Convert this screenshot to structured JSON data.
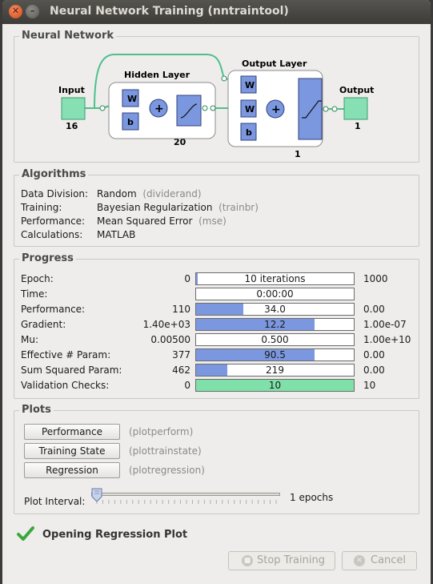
{
  "window": {
    "title": "Neural Network Training (nntraintool)"
  },
  "network": {
    "panel_title": "Neural Network",
    "input_label": "Input",
    "input_count": "16",
    "hidden_title": "Hidden Layer",
    "hidden_count": "20",
    "output_title": "Output Layer",
    "output_count": "1",
    "output_label": "Output",
    "output_size": "1",
    "w_label": "W",
    "b_label": "b",
    "plus": "+"
  },
  "algorithms": {
    "panel_title": "Algorithms",
    "rows": [
      {
        "key": "Data Division:",
        "value": "Random",
        "fn": "(dividerand)"
      },
      {
        "key": "Training:",
        "value": "Bayesian Regularization",
        "fn": "(trainbr)"
      },
      {
        "key": "Performance:",
        "value": "Mean Squared Error",
        "fn": "(mse)"
      },
      {
        "key": "Calculations:",
        "value": "MATLAB",
        "fn": ""
      }
    ]
  },
  "progress": {
    "panel_title": "Progress",
    "rows": [
      {
        "key": "Epoch:",
        "start": "0",
        "bar_text": "10 iterations",
        "fill": 0.01,
        "end": "1000"
      },
      {
        "key": "Time:",
        "start": "",
        "bar_text": "0:00:00",
        "fill": 0,
        "end": ""
      },
      {
        "key": "Performance:",
        "start": "110",
        "bar_text": "34.0",
        "fill": 0.3,
        "end": "0.00"
      },
      {
        "key": "Gradient:",
        "start": "1.40e+03",
        "bar_text": "12.2",
        "fill": 0.75,
        "end": "1.00e-07"
      },
      {
        "key": "Mu:",
        "start": "0.00500",
        "bar_text": "0.500",
        "fill": 0,
        "end": "1.00e+10"
      },
      {
        "key": "Effective # Param:",
        "start": "377",
        "bar_text": "90.5",
        "fill": 0.75,
        "end": "0.00"
      },
      {
        "key": "Sum Squared Param:",
        "start": "462",
        "bar_text": "219",
        "fill": 0.2,
        "end": "0.00"
      },
      {
        "key": "Validation Checks:",
        "start": "0",
        "bar_text": "10",
        "fill": 1.0,
        "end": "10",
        "green": true
      }
    ]
  },
  "plots": {
    "panel_title": "Plots",
    "buttons": [
      {
        "label": "Performance",
        "fn": "(plotperform)"
      },
      {
        "label": "Training State",
        "fn": "(plottrainstate)"
      },
      {
        "label": "Regression",
        "fn": "(plotregression)"
      }
    ],
    "interval_label": "Plot Interval:",
    "interval_value": "1 epochs",
    "interval_level": 0
  },
  "status": {
    "text": "Opening Regression Plot"
  },
  "footer": {
    "stop_label": "Stop Training",
    "cancel_label": "Cancel"
  },
  "colors": {
    "node": "#86e0b3",
    "weight": "#7b97df",
    "link": "#5fc99a"
  }
}
